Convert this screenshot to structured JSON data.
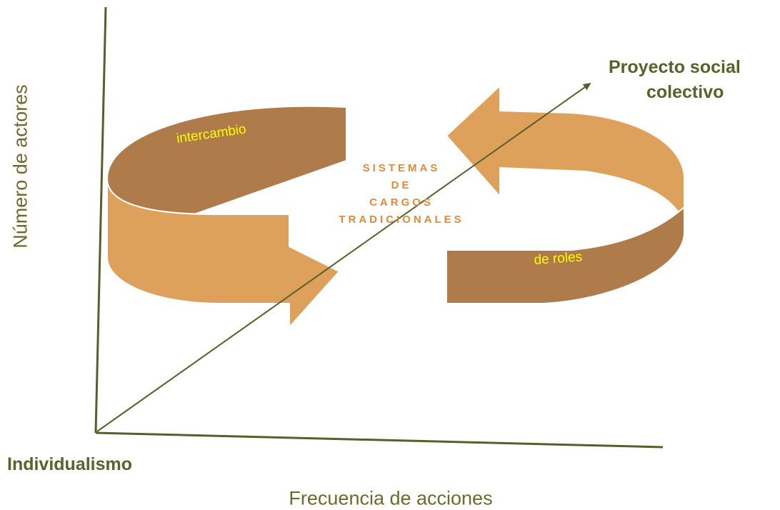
{
  "axes": {
    "y_label": "Número de actores",
    "x_label": "Frecuencia de acciones"
  },
  "origin_label": "Individualismo",
  "goal_label": {
    "line1": "Proyecto social",
    "line2": "colectivo"
  },
  "center": {
    "line1": "SISTEMAS",
    "line2": "DE",
    "line3": "CARGOS",
    "line4": "TRADICIONALES"
  },
  "arrows": {
    "left_label": "intercambio",
    "right_label": "de roles"
  },
  "colors": {
    "axis": "#55602a",
    "arrow_dark": "#b07b4a",
    "arrow_light": "#dea15c",
    "arrow_stroke": "#ffffff",
    "center_text": "#e08a3a",
    "label_yellow": "#ffff00",
    "title_green": "#57632b"
  }
}
